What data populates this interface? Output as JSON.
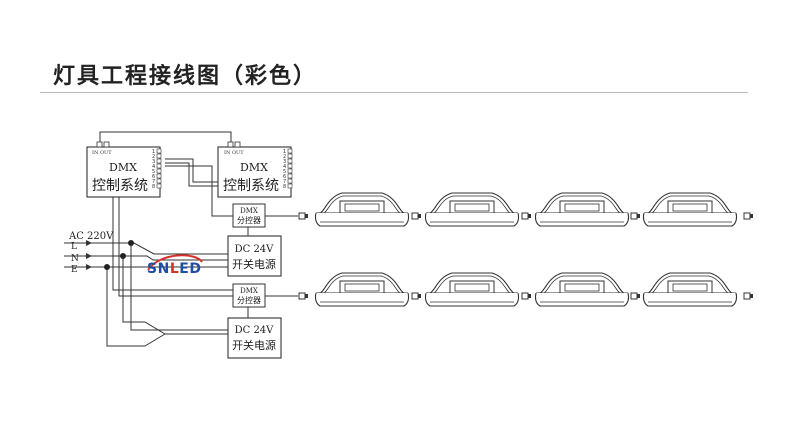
{
  "title": "灯具工程接线图（彩色）",
  "controllers": [
    {
      "port_label": "IN OUT",
      "name": "DMX",
      "desc": "控制系统",
      "pins": [
        "1",
        "2",
        "3",
        "4",
        "5",
        "6",
        "7",
        "8"
      ]
    },
    {
      "port_label": "IN OUT",
      "name": "DMX",
      "desc": "控制系统",
      "pins": [
        "1",
        "2",
        "3",
        "4",
        "5",
        "6",
        "7",
        "8"
      ]
    }
  ],
  "splitters": [
    {
      "name": "DMX",
      "desc": "分控器"
    },
    {
      "name": "DMX",
      "desc": "分控器"
    }
  ],
  "power_supplies": [
    {
      "line1": "DC 24V",
      "line2": "开关电源"
    },
    {
      "line1": "DC 24V",
      "line2": "开关电源"
    }
  ],
  "mains": {
    "label": "AC 220V",
    "lines": [
      "L",
      "N",
      "E"
    ]
  },
  "watermark": "SNLED",
  "colors": {
    "line": "#333333",
    "watermark_blue": "#1f4fa0",
    "watermark_red": "#d8312a"
  }
}
